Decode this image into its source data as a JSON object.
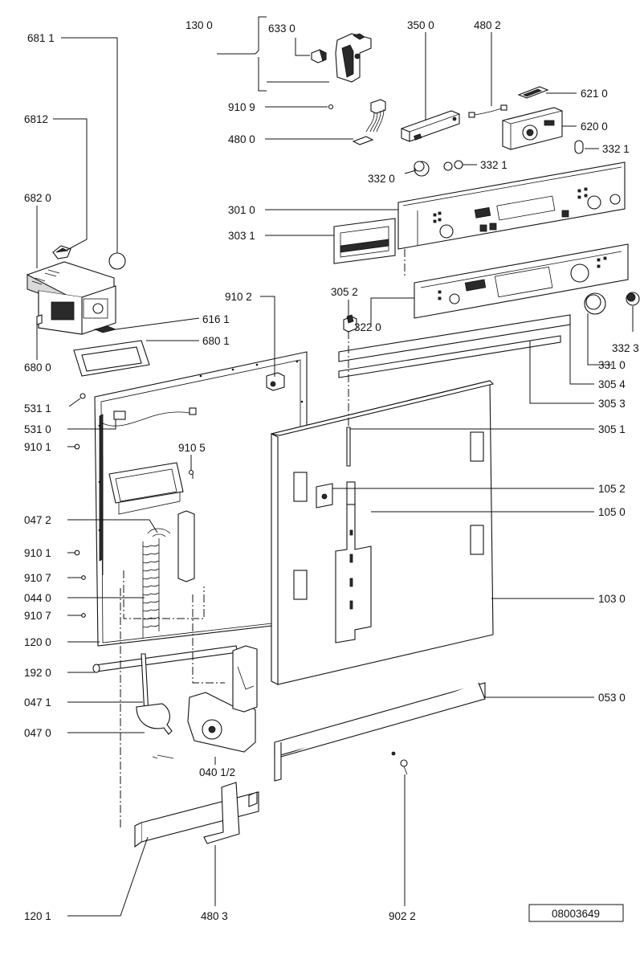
{
  "diagram": {
    "reference_code": "08003649",
    "labels": {
      "l130_0": "130 0",
      "l633_0": "633 0",
      "l350_0": "350 0",
      "l480_2": "480 2",
      "l681_1": "681 1",
      "l910_9": "910 9",
      "l621_0": "621 0",
      "l6812": "6812",
      "l480_0": "480 0",
      "l620_0": "620 0",
      "l332_1a": "332 1",
      "l332_0": "332 0",
      "l332_1b": "332 1",
      "l682_0": "682 0",
      "l301_0": "301 0",
      "l303_1": "303 1",
      "l305_2": "305 2",
      "l910_2": "910 2",
      "l616_1": "616 1",
      "l322_0": "322 0",
      "l332_3": "332 3",
      "l680_1": "680 1",
      "l331_0": "331 0",
      "l680_0": "680 0",
      "l305_4": "305 4",
      "l531_1": "531 1",
      "l305_3": "305 3",
      "l531_0": "531 0",
      "l305_1": "305 1",
      "l910_1a": "910 1",
      "l910_5": "910 5",
      "l105_2": "105 2",
      "l047_2": "047 2",
      "l105_0": "105 0",
      "l910_1b": "910 1",
      "l910_7a": "910 7",
      "l044_0": "044 0",
      "l103_0": "103 0",
      "l910_7b": "910 7",
      "l120_0": "120 0",
      "l192_0": "192 0",
      "l047_1": "047 1",
      "l053_0": "053 0",
      "l047_0": "047 0",
      "l040_12": "040 1/2",
      "l120_1": "120 1",
      "l480_3": "480 3",
      "l902_2": "902 2"
    }
  }
}
